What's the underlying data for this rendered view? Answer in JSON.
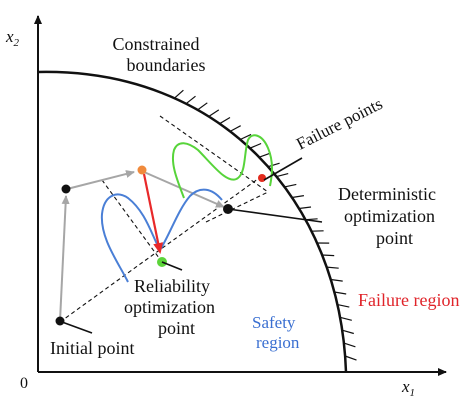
{
  "axes": {
    "x_label": "x",
    "x_sub": "1",
    "y_label": "x",
    "y_sub": "2",
    "origin_label": "0"
  },
  "labels": {
    "constrained_line1": "Constrained",
    "constrained_line2": "boundaries",
    "failure_points": "Failure points",
    "deterministic_line1": "Deterministic",
    "deterministic_line2": "optimization",
    "deterministic_line3": "point",
    "reliability_line1": "Reliability",
    "reliability_line2": "optimization",
    "reliability_line3": "point",
    "safety_line1": "Safety",
    "safety_line2": "region",
    "failure_region": "Failure region",
    "initial_point": "Initial point"
  },
  "colors": {
    "axis": "#111111",
    "boundary": "#111111",
    "path_arrow": "#a6a6a6",
    "red_arrow": "#e8292a",
    "green_curve": "#57d43a",
    "blue_curve": "#4a7fd6",
    "orange_point": "#f08a3c",
    "green_point": "#5cd43a",
    "red_point": "#e22b1e",
    "safety_text": "#3a6fd1",
    "failure_text": "#e0242a"
  }
}
